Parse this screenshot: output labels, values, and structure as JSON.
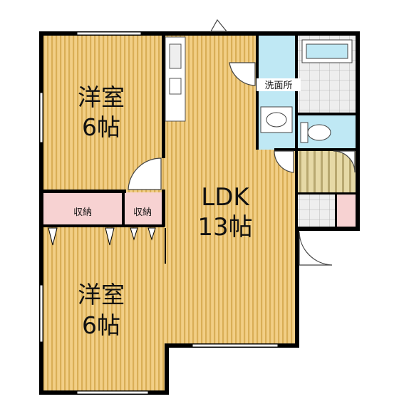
{
  "rooms": {
    "western_top": {
      "name": "洋室",
      "size": "6帖"
    },
    "western_bottom": {
      "name": "洋室",
      "size": "6帖"
    },
    "ldk": {
      "name": "LDK",
      "size": "13帖"
    }
  },
  "labels": {
    "storage_left": "収納",
    "storage_right": "収納",
    "washroom": "洗面所"
  },
  "colors": {
    "wood_floor": "#f2cf86",
    "wood_stripe": "#d9ae56",
    "storage": "#f7d2d2",
    "wet_area": "#bfe8f4",
    "tile": "#e3e3e3",
    "wall": "#000000",
    "stair_tread": "#e6d9a6"
  }
}
